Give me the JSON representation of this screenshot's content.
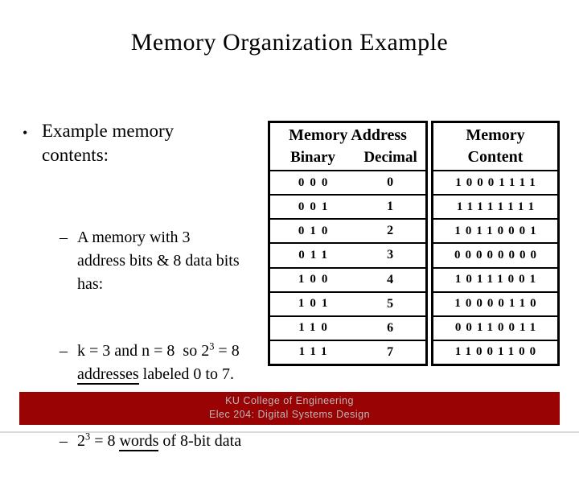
{
  "title": "Memory Organization Example",
  "bullets": {
    "marker_main": "•",
    "marker_sub": "–",
    "main": "Example memory\ncontents:",
    "sub1": "A memory with 3\naddress bits & 8 data bits\nhas:",
    "sub2": {
      "pre": "k = 3 and n = 8  so 2",
      "sup": "3",
      "mid": " = 8\n",
      "underlined": "addresses",
      "post": " labeled 0 to 7."
    },
    "sub3": {
      "pre": "2",
      "sup": "3",
      "mid": " = 8 ",
      "underlined": "words",
      "post": " of 8-bit data"
    }
  },
  "table": {
    "address_header": "Memory Address",
    "binary_col": "Binary",
    "decimal_col": "Decimal",
    "content_header_line1": "Memory",
    "content_header_line2": "Content",
    "rows": [
      {
        "binary": "000",
        "decimal": "0",
        "content": "10001111"
      },
      {
        "binary": "001",
        "decimal": "1",
        "content": "11111111"
      },
      {
        "binary": "010",
        "decimal": "2",
        "content": "10110001"
      },
      {
        "binary": "011",
        "decimal": "3",
        "content": "00000000"
      },
      {
        "binary": "100",
        "decimal": "4",
        "content": "10111001"
      },
      {
        "binary": "101",
        "decimal": "5",
        "content": "10000110"
      },
      {
        "binary": "110",
        "decimal": "6",
        "content": "00110011"
      },
      {
        "binary": "111",
        "decimal": "7",
        "content": "11001100"
      }
    ]
  },
  "footer": {
    "line1": "KU College of Engineering",
    "line2": "Elec 204: Digital Systems Design",
    "bar_color": "#990303",
    "text_color": "#b9b9b9"
  }
}
